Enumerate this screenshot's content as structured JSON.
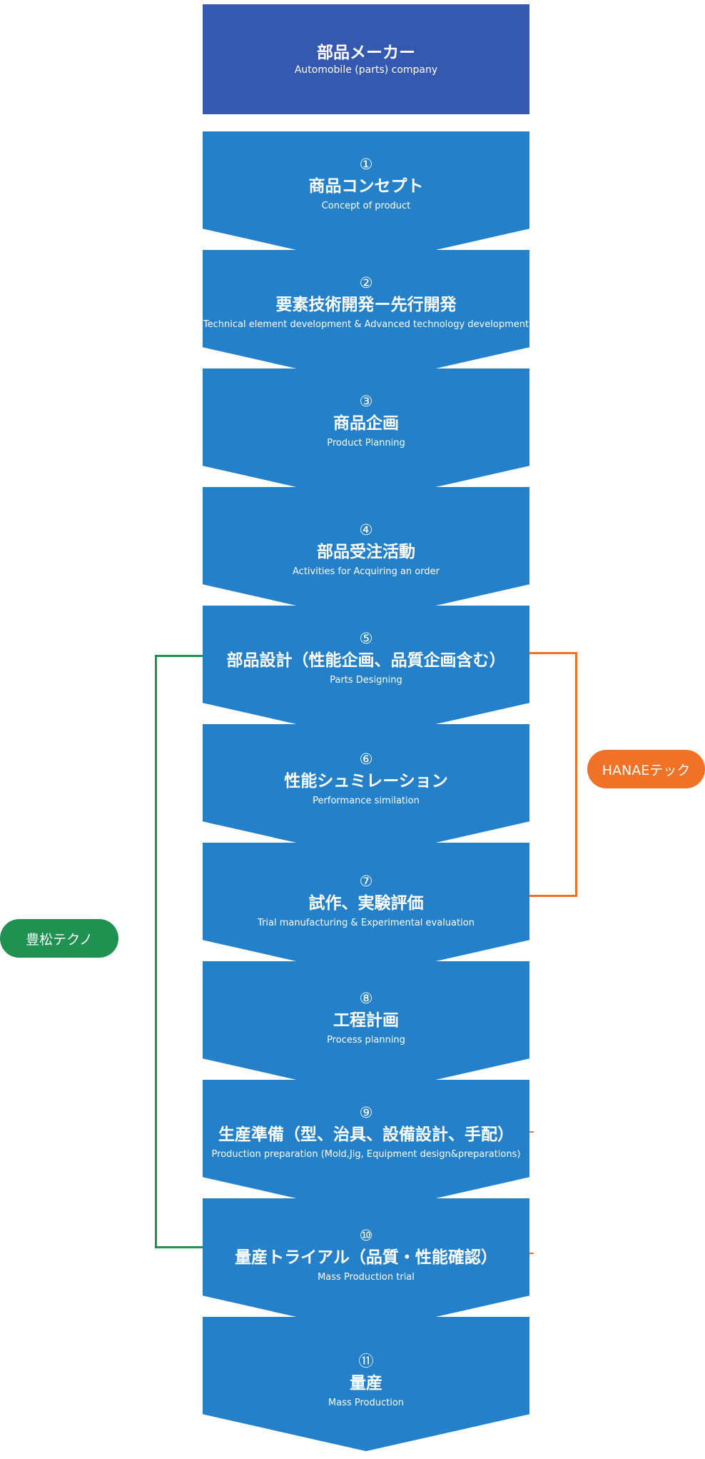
{
  "header": {
    "title_jp": "部品メーカー",
    "title_en": "Automobile (parts) company"
  },
  "steps": [
    {
      "num": "①",
      "jp": "商品コンセプト",
      "en": "Concept of product"
    },
    {
      "num": "②",
      "jp": "要素技術開発ー先行開発",
      "en": "Technical element development & Advanced technology development"
    },
    {
      "num": "③",
      "jp": "商品企画",
      "en": "Product Planning"
    },
    {
      "num": "④",
      "jp": "部品受注活動",
      "en": "Activities for Acquiring an order"
    },
    {
      "num": "⑤",
      "jp": "部品設計（性能企画、品質企画含む）",
      "en": "Parts  Designing"
    },
    {
      "num": "⑥",
      "jp": "性能シュミレーション",
      "en": "Performance similation"
    },
    {
      "num": "⑦",
      "jp": "試作、実験評価",
      "en": "Trial manufacturing & Experimental evaluation"
    },
    {
      "num": "⑧",
      "jp": "工程計画",
      "en": "Process planning"
    },
    {
      "num": "⑨",
      "jp": "生産準備（型、治具、設備設計、手配）",
      "en": "Production preparation (Mold,Jig, Equipment design&preparations)"
    },
    {
      "num": "⑩",
      "jp": "量産トライアル（品質・性能確認）",
      "en": "Mass Production trial"
    },
    {
      "num": "⑪",
      "jp": "量産",
      "en": "Mass Production"
    }
  ],
  "groups": {
    "hanae": {
      "label": "HANAEテック",
      "color": "#f07227"
    },
    "toyomatsu": {
      "label": "豊松テクノ",
      "color": "#1f9150"
    }
  },
  "colors": {
    "header": "#3558b0",
    "step": "#2480c8"
  }
}
